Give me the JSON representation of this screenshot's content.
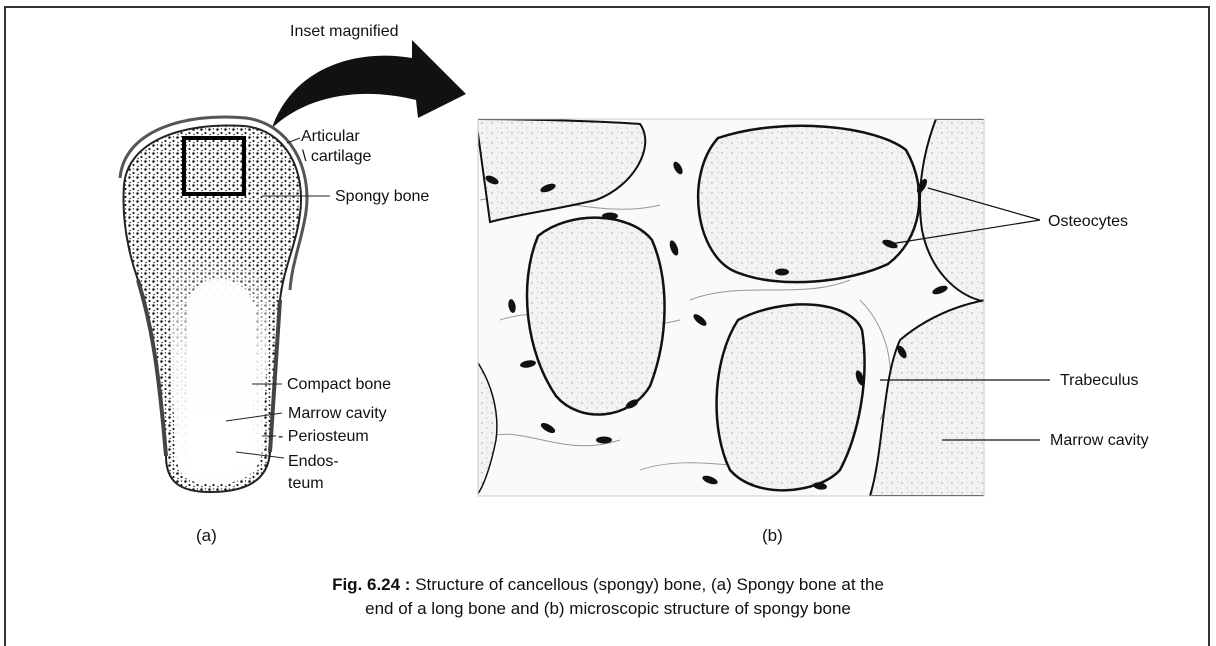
{
  "figure": {
    "arrow_label": "Inset magnified",
    "panel_a": {
      "tag": "(a)",
      "labels": {
        "articular": "Articular",
        "cartilage": "\\ cartilage",
        "spongy": "Spongy bone",
        "compact": "Compact bone",
        "marrow": "Marrow cavity",
        "periosteum": "- Periosteum",
        "endos": "Endos-",
        "teum": "teum"
      }
    },
    "panel_b": {
      "tag": "(b)",
      "labels": {
        "osteocytes": "Osteocytes",
        "trabeculus": "Trabeculus",
        "marrow": "Marrow cavity"
      }
    },
    "caption": {
      "number": "Fig. 6.24 :",
      "line1": " Structure of cancellous (spongy) bone, (a) Spongy bone at the",
      "line2": "end of a long bone and (b) microscopic structure of spongy bone"
    }
  }
}
